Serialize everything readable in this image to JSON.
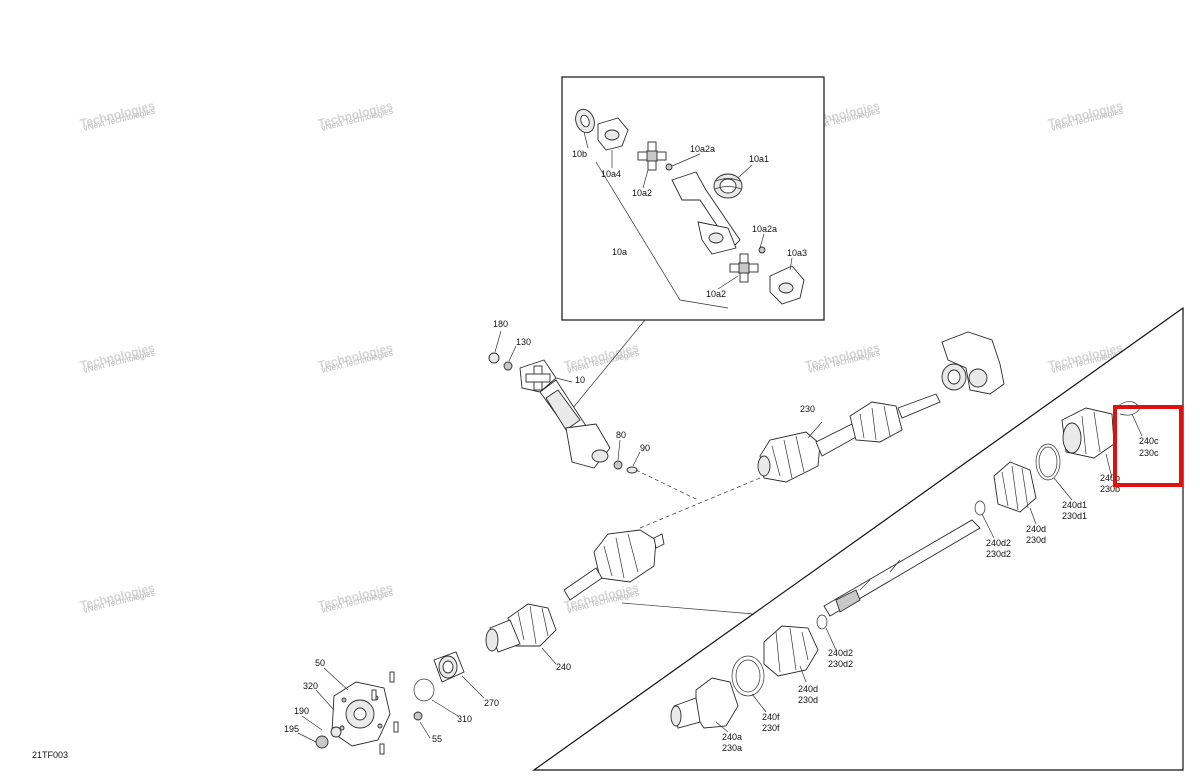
{
  "diagram": {
    "code": "21TF003",
    "watermark_text": "vNext Technologies",
    "highlight_color": "#e01010",
    "callouts": {
      "p10b": "10b",
      "p10a4": "10a4",
      "p10a2_top": "10a2",
      "p10a2a_top": "10a2a",
      "p10a1": "10a1",
      "p10a": "10a",
      "p10a2a_bottom": "10a2a",
      "p10a3": "10a3",
      "p10a2_bottom": "10a2",
      "p180": "180",
      "p130": "130",
      "p10": "10",
      "p80": "80",
      "p90": "90",
      "p230": "230",
      "p240": "240",
      "p50": "50",
      "p320": "320",
      "p190": "190",
      "p195": "195",
      "p55": "55",
      "p310": "310",
      "p270": "270",
      "p240c": "240c",
      "p230c": "230c",
      "p240b": "240b",
      "p230b": "230b",
      "p240d1": "240d1",
      "p230d1": "230d1",
      "p240d_top": "240d",
      "p230d_top": "230d",
      "p240d2_top": "240d2",
      "p230d2_top": "230d2",
      "p240d2_bottom": "240d2",
      "p230d2_bottom": "230d2",
      "p240d_bottom": "240d",
      "p230d_bottom": "230d",
      "p240f": "240f",
      "p230f": "230f",
      "p240a": "240a",
      "p230a": "230a"
    }
  }
}
